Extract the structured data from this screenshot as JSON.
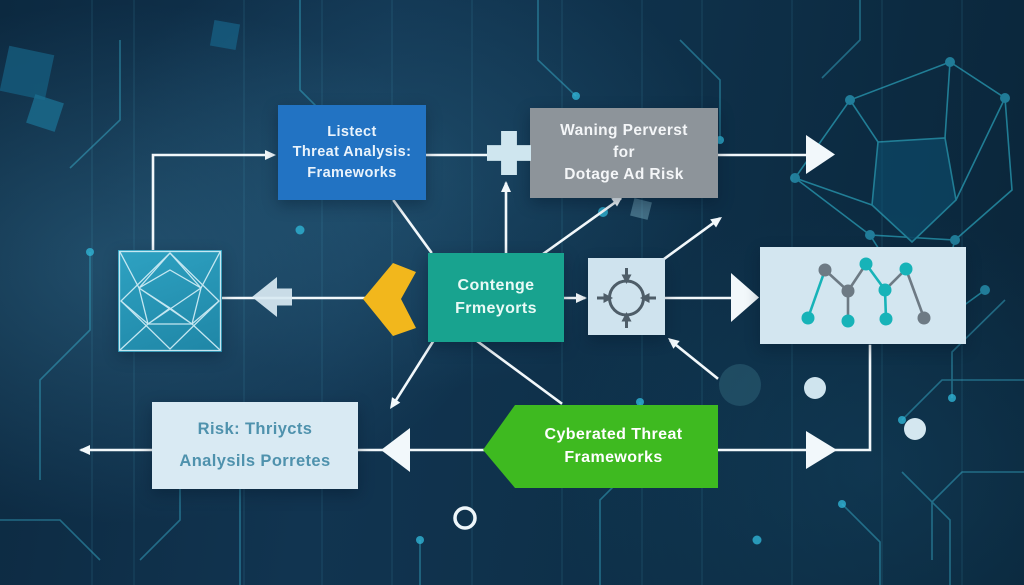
{
  "diagram": {
    "nodes": {
      "threat_analysis": {
        "lines": [
          "Listect",
          "Threat Analysis:",
          "Frameworks"
        ],
        "color": "#2273c3"
      },
      "warning_risk": {
        "lines": [
          "Waning Perverst",
          "for",
          "Dotage Ad Risk"
        ],
        "color": "#8d949a"
      },
      "contenge_frameworks": {
        "lines": [
          "Contenge",
          "Frmeyorts"
        ],
        "color": "#18a38f"
      },
      "risk_analysis": {
        "lines": [
          "Risk: Thriycts",
          "Analysils Porretes"
        ],
        "color": "#d9eaf3",
        "text_color": "#4f92ad"
      },
      "cyberated_threat": {
        "lines": [
          "Cyberated Threat",
          "Frameworks"
        ],
        "color": "#3eba20"
      }
    },
    "icons": {
      "crystal": "wireframe-crystal",
      "yellow_arrow": "yellow-left-arrow",
      "plus": "plus-junction",
      "convergence": "converging-arrows-circle",
      "network_graph": "node-link-graph"
    },
    "colors": {
      "background": "#0d2b42",
      "circuit_trace": "#35b5d9",
      "connector": "#f2f8fb",
      "accent_yellow": "#f2b71c",
      "accent_green": "#3eba20",
      "accent_blue": "#2273c3",
      "accent_teal": "#18a38f",
      "accent_gray": "#8d949a",
      "graph_node_teal": "#17b3b8",
      "graph_node_gray": "#6d7a84"
    }
  }
}
